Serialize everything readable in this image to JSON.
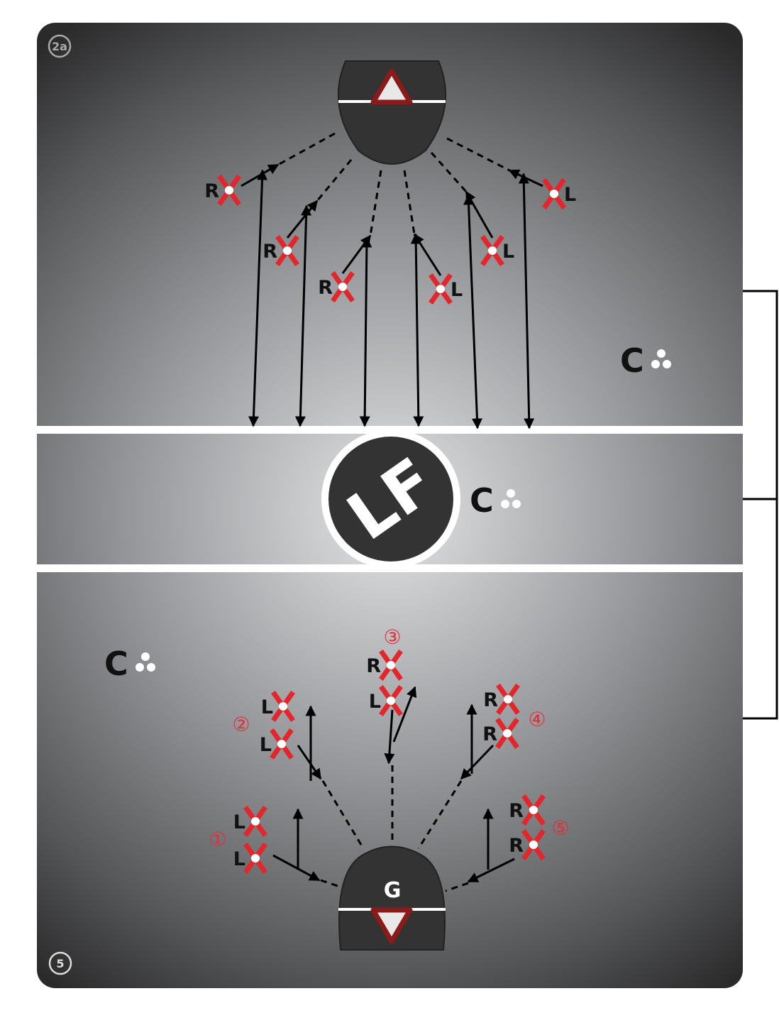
{
  "badges": {
    "top_left": "2a",
    "bottom_left": "5"
  },
  "goalie_label": "G",
  "coach_letter": "C",
  "logo_text": "LF",
  "top_players": [
    "R",
    "R",
    "R",
    "L",
    "L",
    "L"
  ],
  "bottom_groups": [
    {
      "numeral": "①",
      "letters": [
        "L",
        "L"
      ]
    },
    {
      "numeral": "②",
      "letters": [
        "L",
        "L"
      ]
    },
    {
      "numeral": "③",
      "letters": [
        "R",
        "L"
      ]
    },
    {
      "numeral": "④",
      "letters": [
        "R",
        "R"
      ]
    },
    {
      "numeral": "⑤",
      "letters": [
        "R",
        "R"
      ]
    }
  ],
  "colors": {
    "player_x": "#e3262b",
    "goal_triangle": "#8b1a1a",
    "goal_fill": "#333333",
    "numeral": "#e0303a"
  }
}
